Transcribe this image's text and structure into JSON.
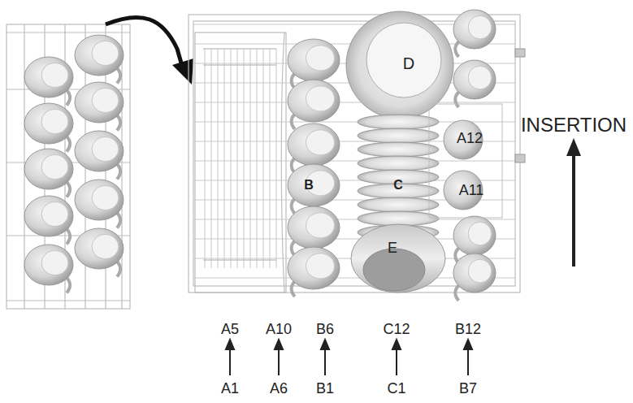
{
  "diagram": {
    "labels": [
      "D",
      "A12",
      "B",
      "C",
      "A11",
      "E",
      "INSERTION",
      "A5",
      "A10",
      "B6",
      "C12",
      "B12",
      "A1",
      "A6",
      "B1",
      "C1",
      "B7"
    ]
  }
}
